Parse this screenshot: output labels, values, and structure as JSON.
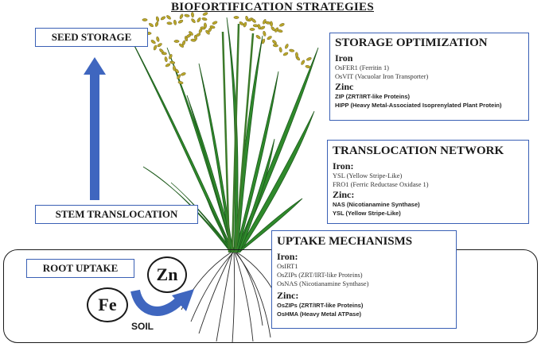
{
  "title": "BIOFORTIFICATION STRATEGIES",
  "labels": {
    "seed_storage": "SEED STORAGE",
    "stem_translocation": "STEM TRANSLOCATION",
    "root_uptake": "ROOT UPTAKE",
    "soil": "SOIL"
  },
  "elements": {
    "zn": "Zn",
    "fe": "Fe"
  },
  "storage": {
    "header": "STORAGE OPTIMIZATION",
    "iron_heading": "Iron",
    "iron_items": [
      "OsFER1 (Ferritin 1)",
      "OsVIT (Vacuolar Iron Transporter)"
    ],
    "zinc_heading": "Zinc",
    "zinc_items": [
      "ZIP (ZRT/IRT-like Proteins)",
      "HIPP (Heavy Metal-Associated Isoprenylated Plant Protein)"
    ]
  },
  "translocation": {
    "header": "TRANSLOCATION NETWORK",
    "iron_heading": "Iron:",
    "iron_items": [
      "YSL (Yellow Stripe-Like)",
      "FRO1 (Ferric Reductase Oxidase 1)"
    ],
    "zinc_heading": "Zinc:",
    "zinc_items": [
      "NAS (Nicotianamine Synthase)",
      "YSL (Yellow Stripe-Like)"
    ]
  },
  "uptake": {
    "header": "UPTAKE MECHANISMS",
    "iron_heading": "Iron:",
    "iron_items": [
      "OsIRT1",
      "OsZIPs (ZRT/IRT-like Proteins)",
      "OsNAS (Nicotianamine Synthase)"
    ],
    "zinc_heading": "Zinc:",
    "zinc_items": [
      "OsZIPs (ZRT/IRT-like Proteins)",
      "OsHMA (Heavy Metal ATPase)"
    ]
  },
  "colors": {
    "box_border": "#3a60b5",
    "arrow": "#3f66bf",
    "leaf": "#2f8a2c",
    "grain": "#b9a62a"
  }
}
